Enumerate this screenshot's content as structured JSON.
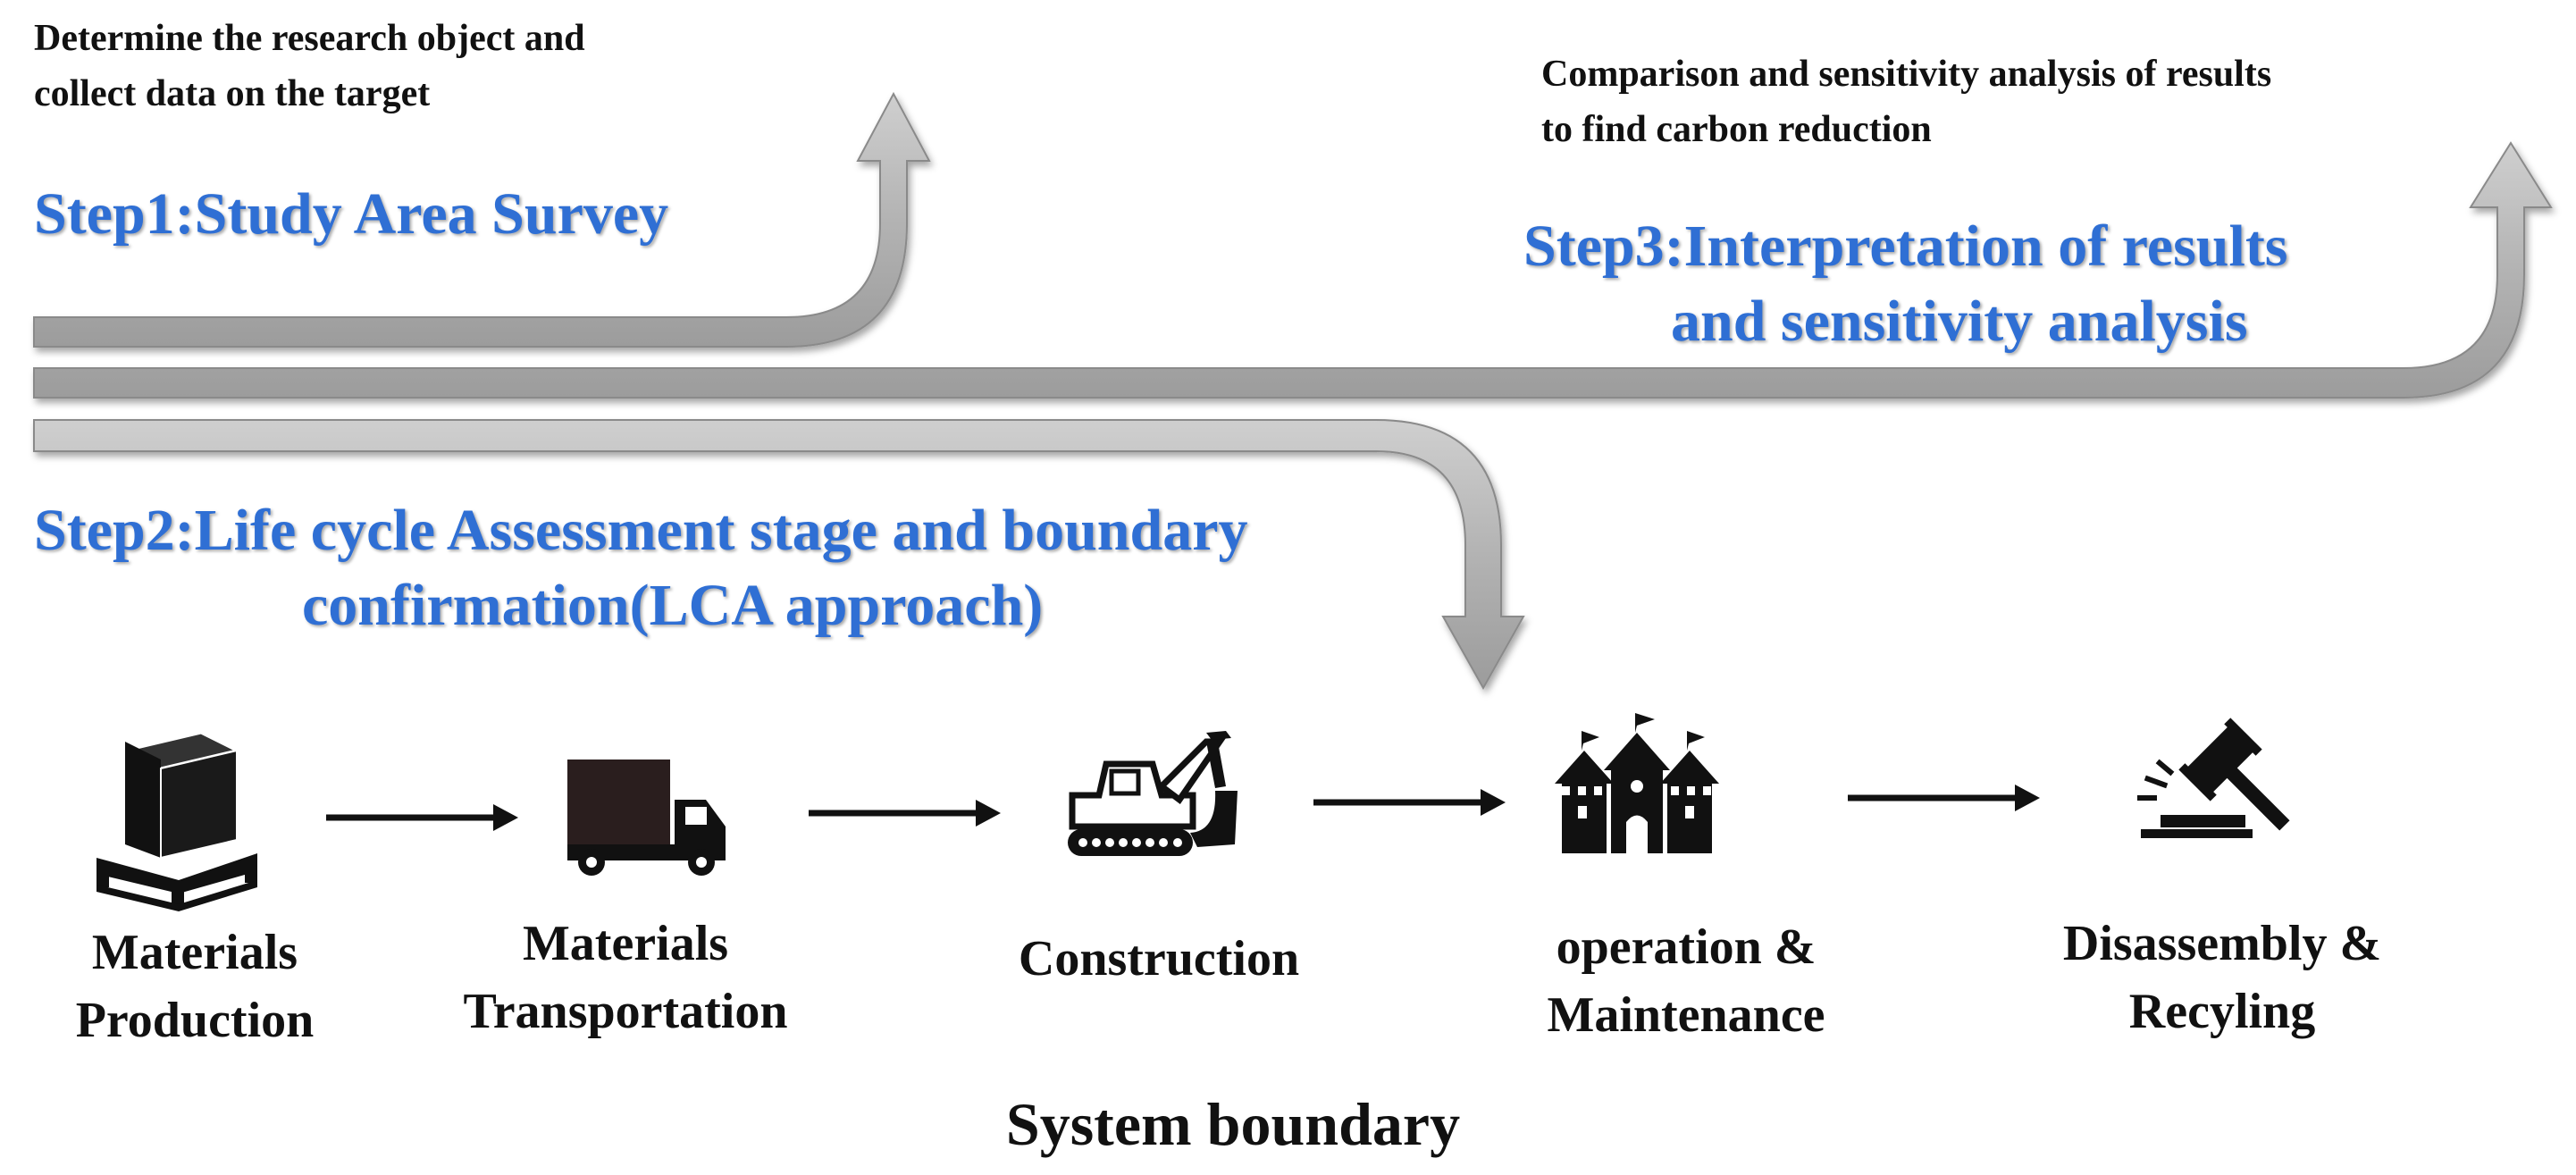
{
  "colors": {
    "step_title": "#2f6fd4",
    "arrow_band": "#b9b9b9",
    "arrow_band_edge": "#8a8a8a",
    "text": "#111111",
    "icon": "#111111"
  },
  "steps": {
    "step1": {
      "note_lines": [
        "Determine the research object and",
        "collect data on the target"
      ],
      "title_lines": [
        "Step1:Study Area Survey"
      ]
    },
    "step2": {
      "title_lines": [
        "Step2:Life cycle Assessment  stage and boundary",
        "confirmation(LCA approach)"
      ]
    },
    "step3": {
      "note_lines": [
        "Comparison and sensitivity analysis of results",
        "to find carbon reduction"
      ],
      "title_lines": [
        "Step3:Interpretation of results",
        "and sensitivity analysis"
      ]
    }
  },
  "stages": [
    {
      "icon": "pallet-stack-icon",
      "lines": [
        "Materials",
        "Production"
      ]
    },
    {
      "icon": "truck-icon",
      "lines": [
        "Materials",
        "Transportation"
      ]
    },
    {
      "icon": "excavator-icon",
      "lines": [
        "Construction"
      ]
    },
    {
      "icon": "castle-icon",
      "lines": [
        "operation &",
        "Maintenance"
      ]
    },
    {
      "icon": "gavel-icon",
      "lines": [
        "Disassembly &",
        "Recyling"
      ]
    }
  ],
  "boundary_label": "System boundary"
}
